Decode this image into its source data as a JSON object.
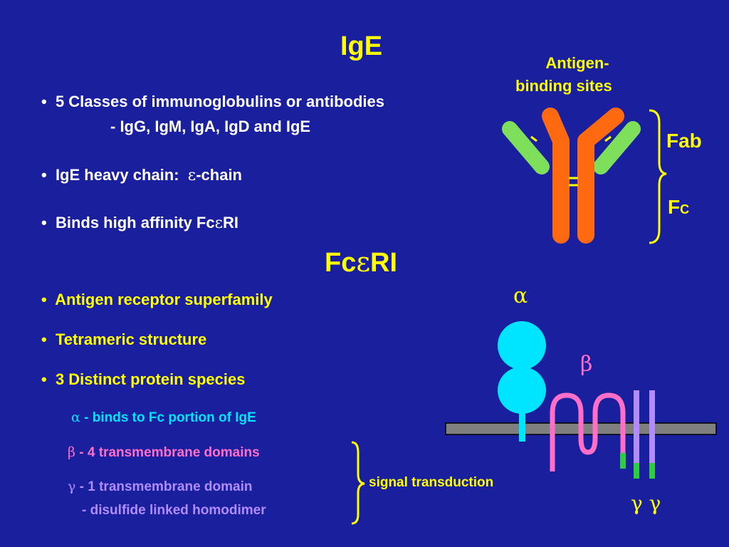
{
  "title_ige": "IgE",
  "ige_bullets": [
    {
      "bullet": "•",
      "line1": "5 Classes of immunoglobulins or antibodies",
      "line2": "- IgG, IgM, IgA, IgD and IgE"
    },
    {
      "bullet": "•",
      "pre": "IgE heavy chain:",
      "greek": "ε",
      "post": "-chain"
    },
    {
      "bullet": "•",
      "pre": "Binds high affinity Fc",
      "greek": "ε",
      "post": "RI"
    }
  ],
  "title_fceri": {
    "pre": "Fc",
    "greek": "ε",
    "post": "RI"
  },
  "receptor_bullets": [
    {
      "bullet": "•",
      "text": "Antigen receptor superfamily"
    },
    {
      "bullet": "•",
      "text": "Tetrameric structure"
    },
    {
      "bullet": "•",
      "text": "3 Distinct protein species"
    }
  ],
  "subunits": {
    "alpha": {
      "greek": "α",
      "text": "- binds to Fc portion of IgE"
    },
    "beta": {
      "greek": "β",
      "text": "- 4 transmembrane domains"
    },
    "gamma": {
      "greek": "γ",
      "text": "-  1 transmembrane domain",
      "text2": "-  disulfide linked homodimer"
    },
    "signal_label": "signal transduction"
  },
  "antibody_diagram": {
    "antigen_label_line1": "Antigen-",
    "antigen_label_line2": "binding sites",
    "fab_label": "Fab",
    "fc_label_main": "F",
    "fc_label_sub": "C"
  },
  "receptor_diagram": {
    "alpha_label": "α",
    "beta_label": "β",
    "gamma_labels": "γ γ"
  },
  "colors": {
    "background": "#1a1f9e",
    "heavy_chain": "#ff6a10",
    "light_chain": "#7ee05a",
    "alpha": "#00e5ff",
    "beta": "#ff6ec7",
    "gamma": "#b08cff",
    "membrane": "#7f7f7f",
    "label_yellow": "#ffff00"
  }
}
